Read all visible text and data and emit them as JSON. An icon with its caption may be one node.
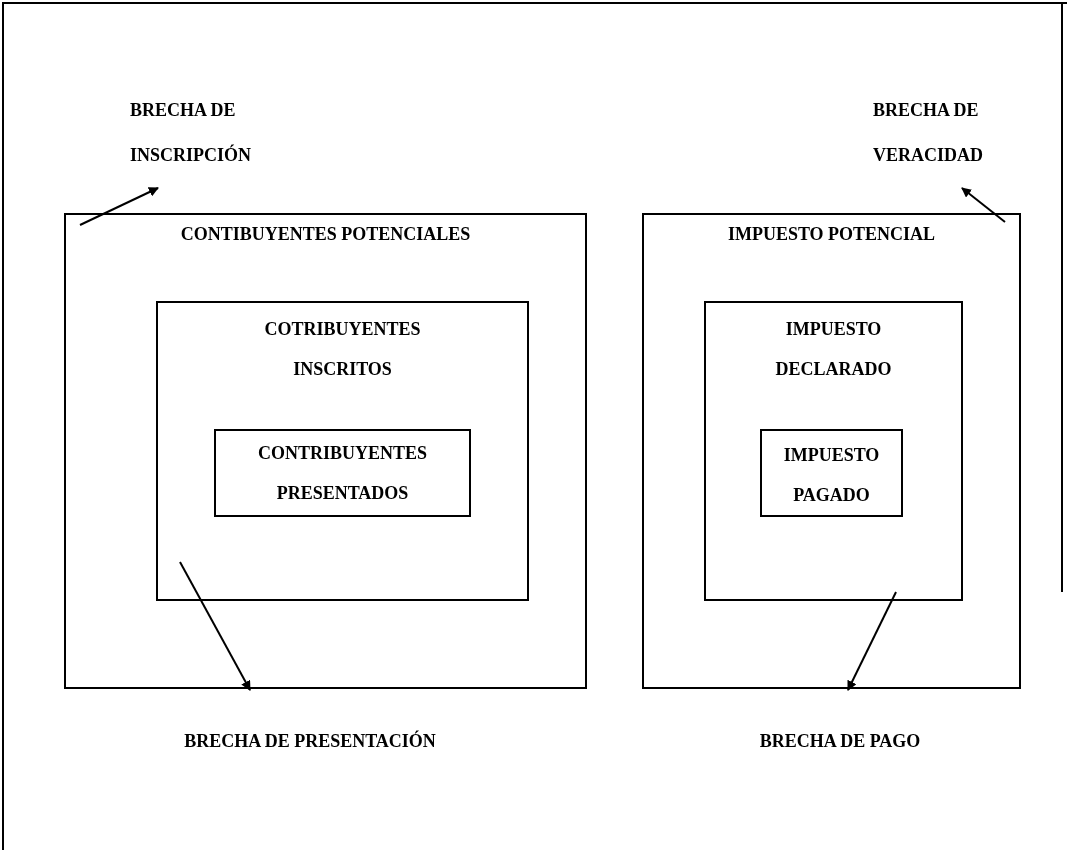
{
  "diagram": {
    "nodes": [
      {
        "text": [
          "BRECHA DE INSCRIPCIÓN"
        ]
      },
      {
        "text": [
          "BRECHA DE VERACIDAD"
        ]
      },
      {
        "text": [
          "CONTIBUYENTES POTENCIALES"
        ]
      },
      {
        "text": [
          "COTRIBUYENTES INSCRITOS"
        ],
        "in": 2
      },
      {
        "text": [
          "CONTRIBUYENTES PRESENTADOS"
        ],
        "in": 3
      },
      {
        "text": [
          "IMPUESTO POTENCIAL"
        ]
      },
      {
        "text": [
          "IMPUESTO DECLARADO"
        ],
        "in": 5
      },
      {
        "text": [
          "IMPUESTO PAGADO"
        ],
        "in": 6
      },
      {
        "text": [
          "BRECHA DE PRESENTACIÓN"
        ]
      },
      {
        "text": [
          "BRECHA DE PAGO"
        ]
      }
    ],
    "edges": [
      {
        "from": 2,
        "to": 0,
        "arrow": "to"
      },
      {
        "from": 5,
        "to": 1,
        "arrow": "to"
      },
      {
        "from": 3,
        "to": 8,
        "arrow": "to"
      },
      {
        "from": 6,
        "to": 9,
        "arrow": "to"
      }
    ]
  }
}
